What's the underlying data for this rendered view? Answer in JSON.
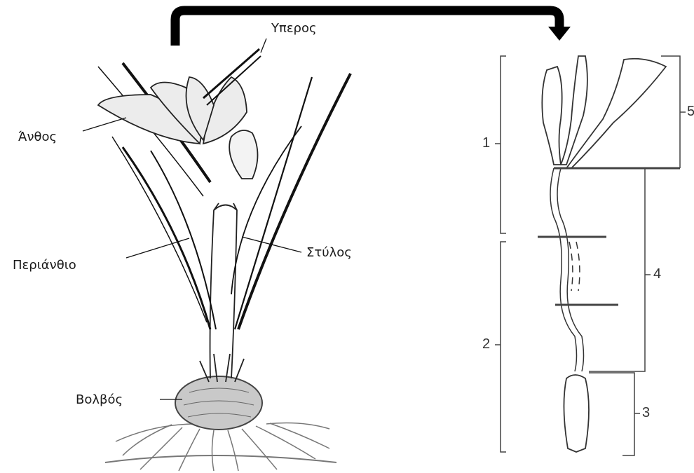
{
  "labels": {
    "ypheros": "Υπερος",
    "anthos": "Άνθος",
    "perianthio": "Περιάνθιο",
    "stylos": "Στύλος",
    "volvos": "Βολβός"
  },
  "segments": {
    "s1": "1",
    "s2": "2",
    "s3": "3",
    "s4": "4",
    "s5": "5"
  },
  "colors": {
    "ink": "#1a1a1a",
    "bulb": "#777777",
    "ground": "#999999"
  }
}
